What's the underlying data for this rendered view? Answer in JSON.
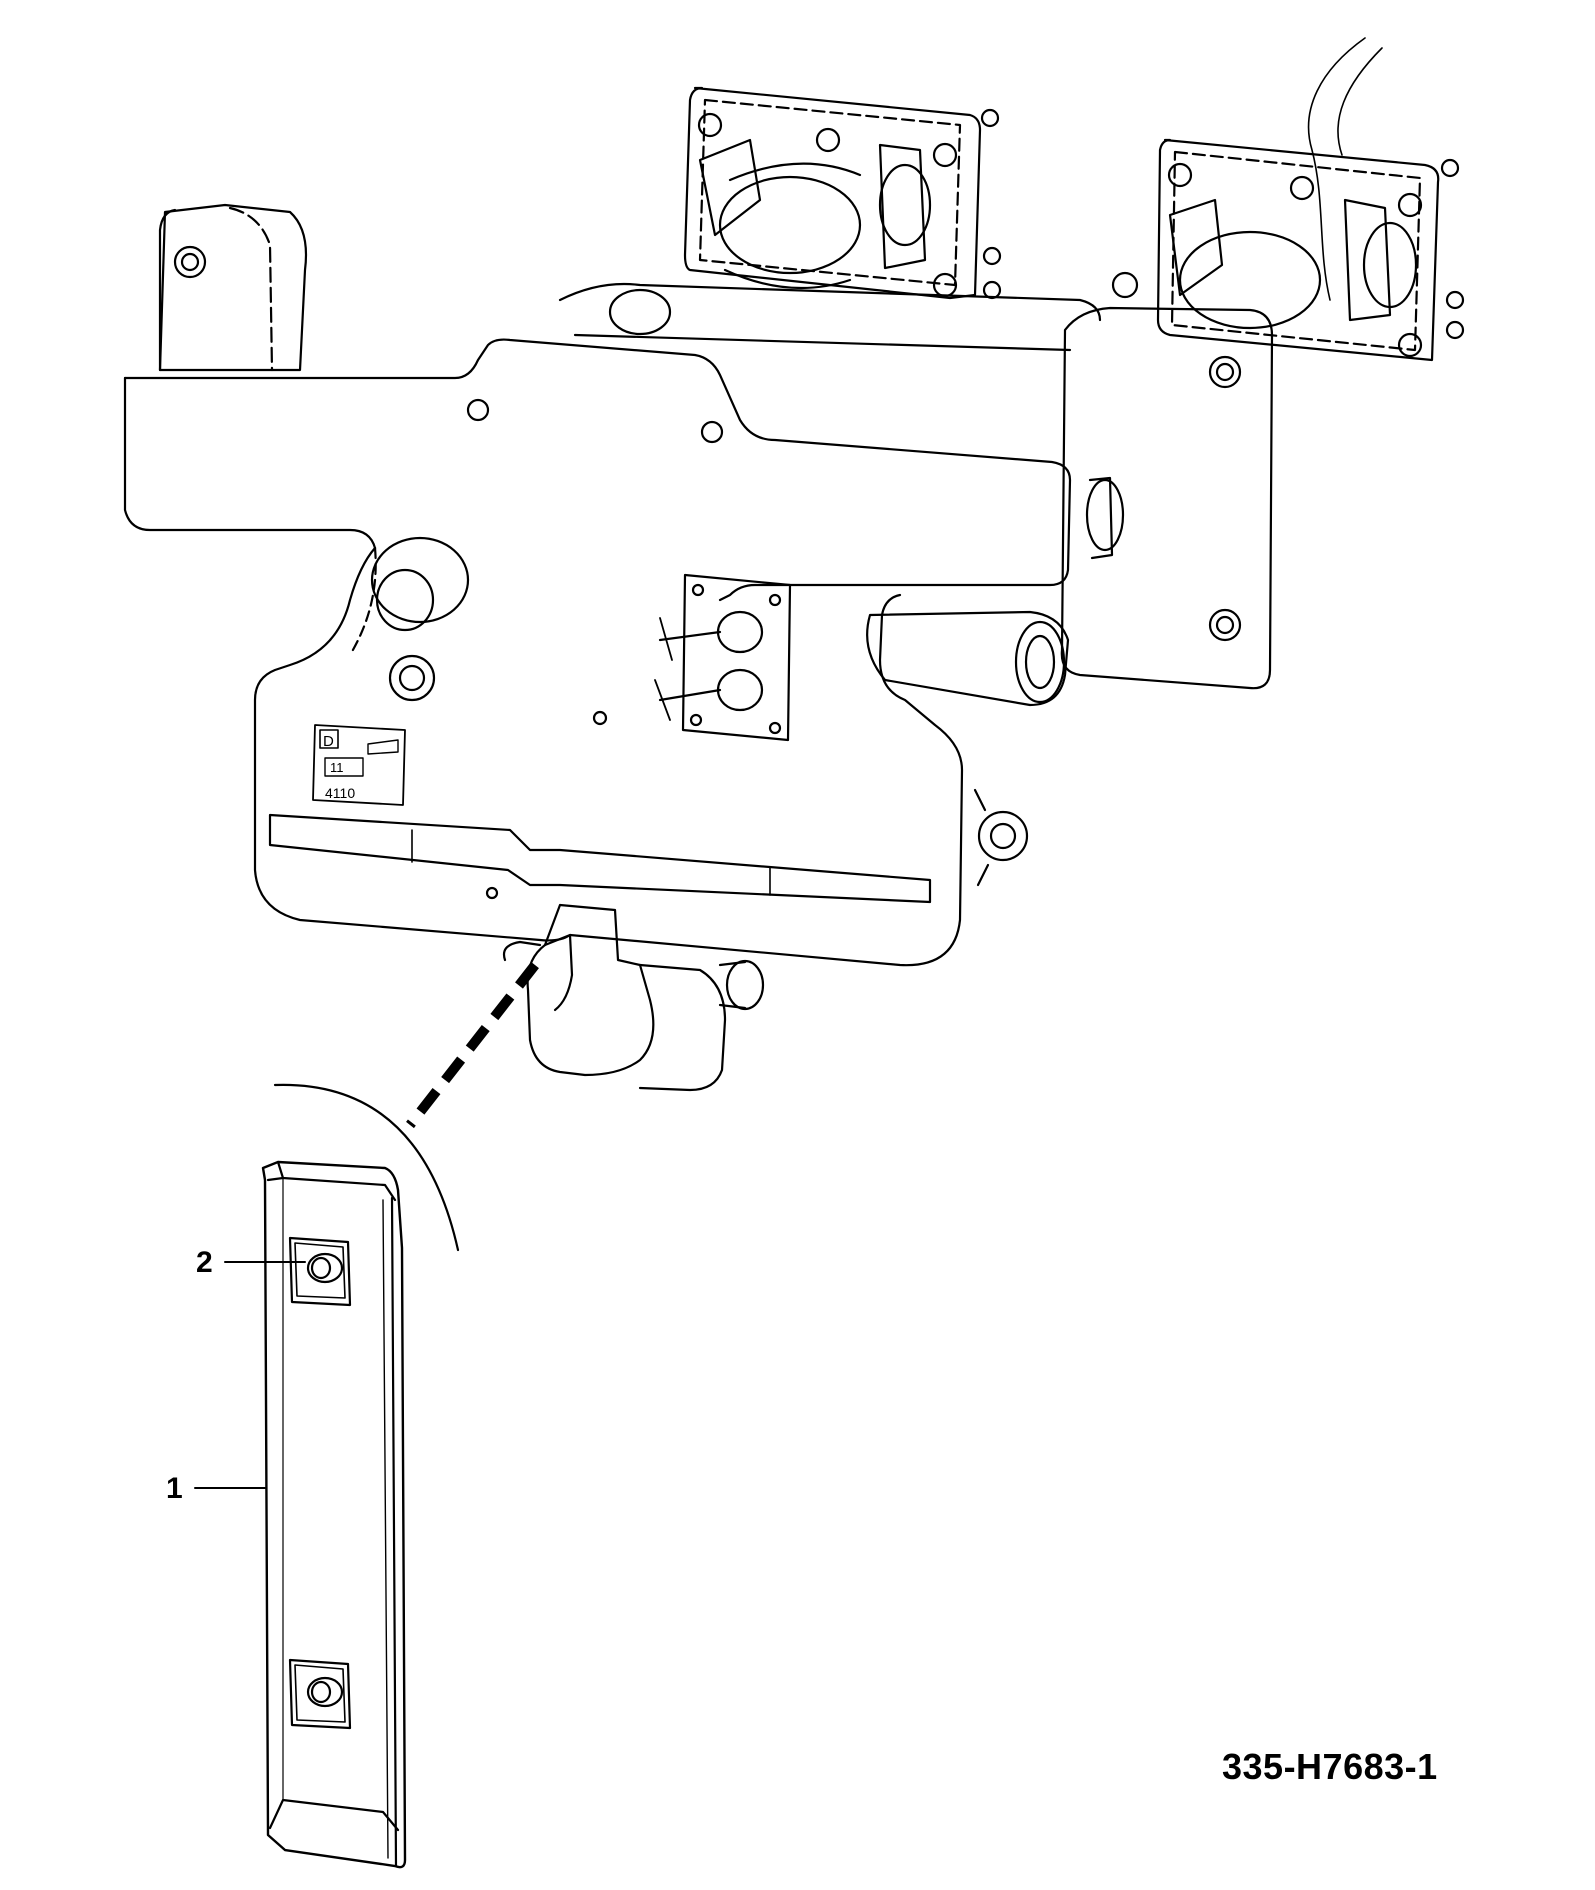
{
  "diagram": {
    "figure_id": "335-H7683-1",
    "callouts": [
      {
        "label": "1",
        "part": "wear-strip"
      },
      {
        "label": "2",
        "part": "mounting-hole"
      }
    ],
    "data_plate": {
      "box_letter": "D",
      "code": "11",
      "number": "4110"
    }
  },
  "colors": {
    "line": "#000000",
    "background": "#ffffff"
  }
}
